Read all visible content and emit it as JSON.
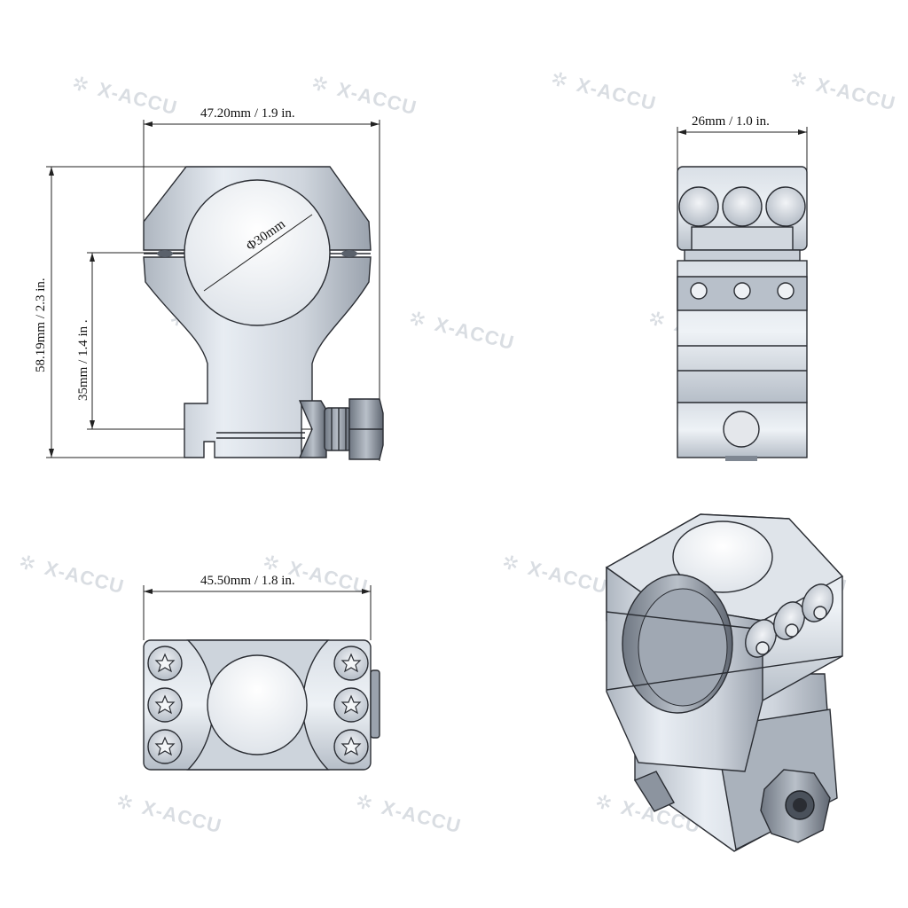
{
  "watermark": {
    "star": "✲",
    "text": "X-ACCU"
  },
  "views": {
    "front": {
      "width_label": "47.20mm / 1.9 in.",
      "height_label": "58.19mm / 2.3 in.",
      "center_height_label": "35mm / 1.4 in .",
      "diameter_label": "Φ30mm"
    },
    "side": {
      "width_label": "26mm / 1.0 in."
    },
    "top": {
      "length_label": "45.50mm / 1.8 in."
    }
  },
  "colors": {
    "metal_light": "#e6ebf1",
    "metal_mid": "#c3cad3",
    "metal_dark": "#8f97a2",
    "outline": "#2a2d33"
  },
  "icons": [
    "torx-screw-icon",
    "hex-nut-icon"
  ]
}
